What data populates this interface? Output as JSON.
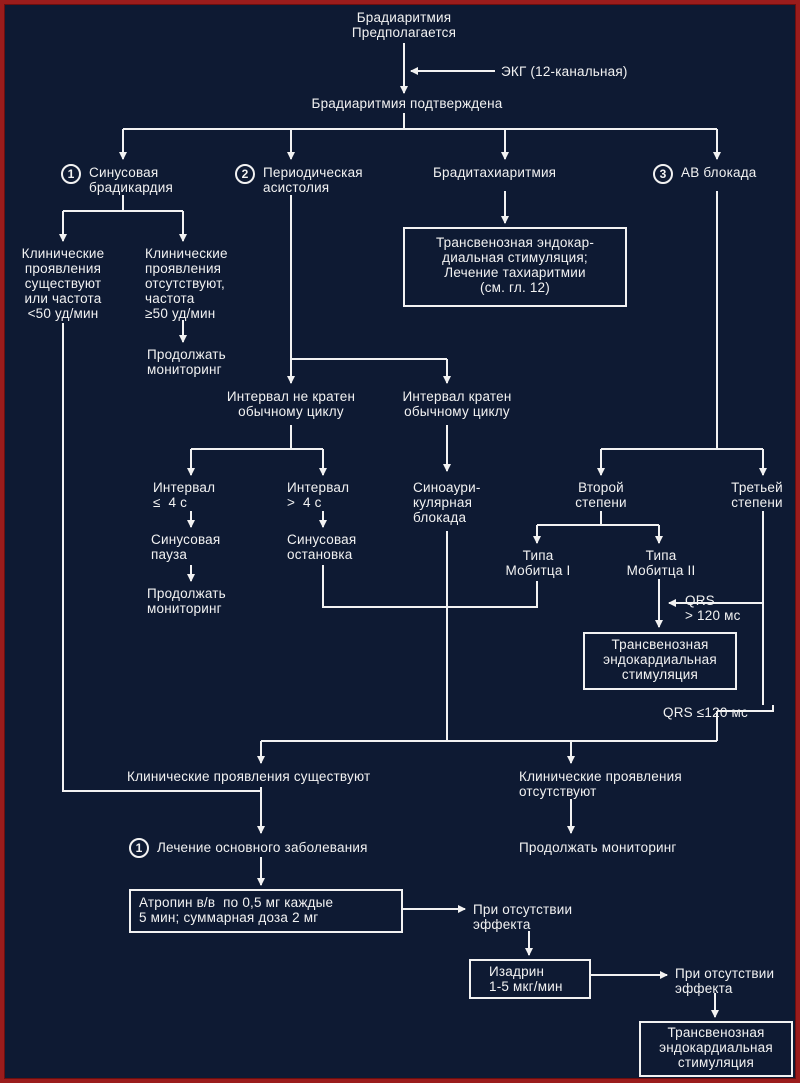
{
  "nodes": {
    "top": "Брадиаритмия\nПредполагается",
    "ekg": "ЭКГ (12-канальная)",
    "confirmed": "Брадиаритмия подтверждена",
    "sinus_brady": "Синусовая\nбрадикардия",
    "periodic_asystole": "Периодическая\nасистолия",
    "brady_tachy": "Брадитахиаритмия",
    "av_block": "АВ блокада",
    "clin_exist_rate": "Клинические\nпроявления\nсуществуют\nили частота\n<50 уд/мин",
    "clin_absent_rate": "Клинические\nпроявления\nотсутствуют,\nчастота\n≥50 уд/мин",
    "continue_mon_1": "Продолжать\nмониторинг",
    "transvenous_tachy": "Трансвенозная эндокар-\nдиальная стимуляция;\nЛечение тахиаритмии\n(см. гл. 12)",
    "interval_not_multiple": "Интервал не кратен\nобычному циклу",
    "interval_multiple": "Интервал кратен\nобычному циклу",
    "interval_le4": "Интервал\n≤  4 с",
    "interval_gt4": "Интервал\n>  4 с",
    "sa_block": "Синоаури-\nкулярная\nблокада",
    "sinus_pause": "Синусовая\nпауза",
    "sinus_arrest": "Синусовая\nостановка",
    "continue_mon_2": "Продолжать\nмониторинг",
    "second_degree": "Второй\nстепени",
    "third_degree": "Третьей\nстепени",
    "mobitz1": "Типа\nМобитца I",
    "mobitz2": "Типа\nМобитца II",
    "qrs_gt120": "QRS\n> 120 мс",
    "transvenous_2": "Трансвенозная\nэндокардиальная\nстимуляция",
    "qrs_le120": "QRS ≤120 мс",
    "clin_exist": "Клинические проявления существуют",
    "clin_absent": "Клинические проявления\nотсутствуют",
    "treat_disease": "Лечение основного заболевания",
    "continue_mon_3": "Продолжать мониторинг",
    "atropine": "Атропин в/в  по 0,5 мг каждые\n5 мин; суммарная доза 2 мг",
    "no_effect_1": "При отсутствии\nэффекта",
    "isadrin": "Изадрин\n1-5 мкг/мин",
    "no_effect_2": "При отсутствии\nэффекта",
    "transvenous_3": "Трансвенозная\nэндокардиальная\nстимуляция"
  },
  "markers": {
    "m1": "1",
    "m2": "2",
    "m3": "3",
    "m4": "1"
  },
  "colors": {
    "frame": "#9b1c1c",
    "background": "#0e1a33",
    "ink": "#f2f2f2"
  }
}
